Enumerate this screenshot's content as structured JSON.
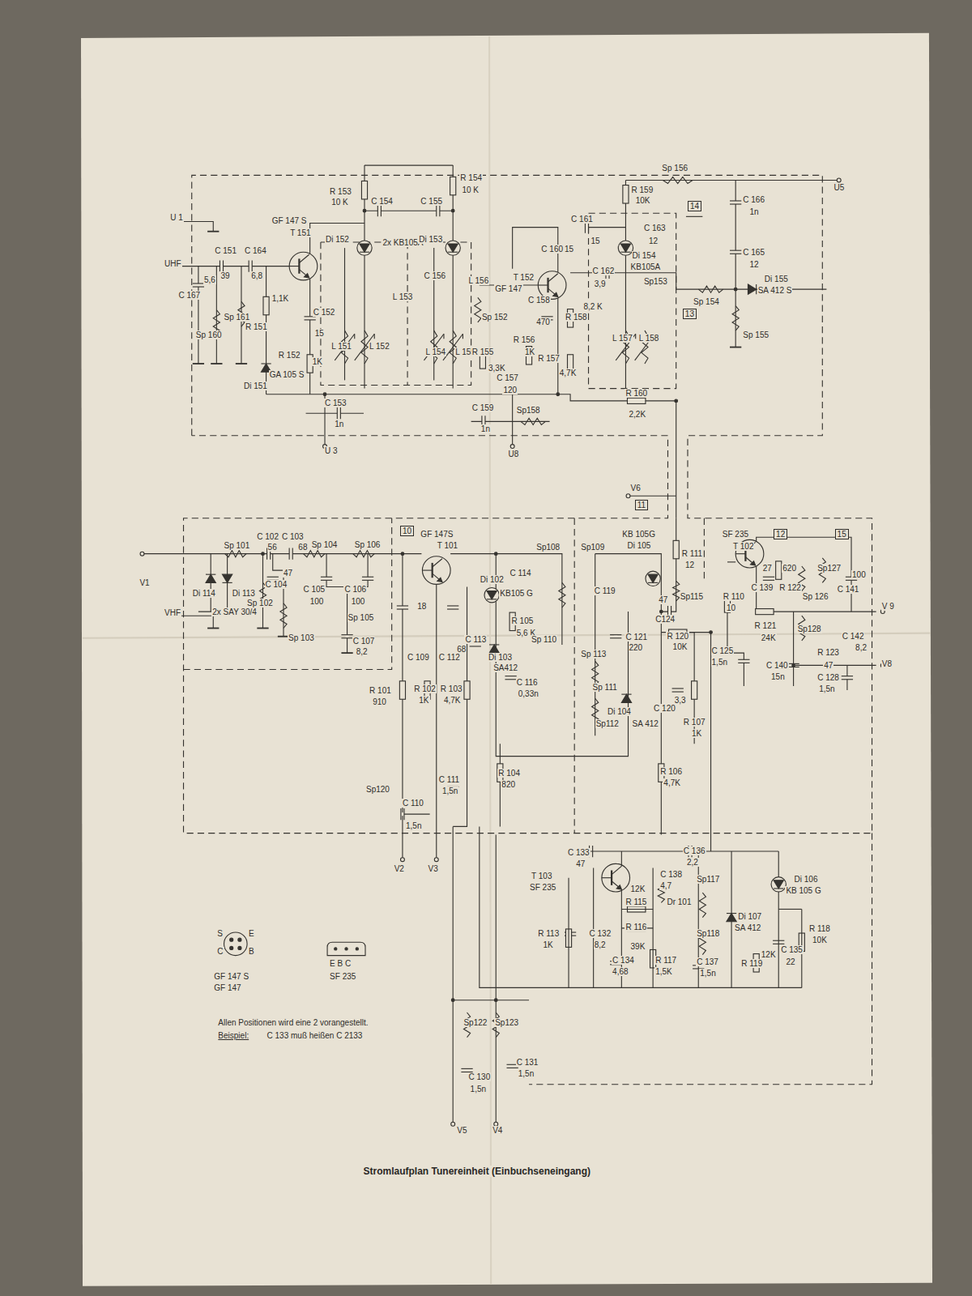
{
  "diagram": {
    "caption": "Stromlaufplan Tunereinheit (Einbuchseneingang)",
    "labels": [
      "U 1",
      "UHF",
      "GF 147 S",
      "T 151",
      "C 151",
      "39",
      "C 164",
      "6,8",
      "C 167",
      "5,6",
      "Sp 160",
      "Sp 161",
      "R 151",
      "1,1K",
      "C 152",
      "15",
      "R 152",
      "1K",
      "Di 151",
      "GA 105 S",
      "R 153",
      "10 K",
      "C 154",
      "C 155",
      "R 154",
      "10 K",
      "Di 152",
      "2x KB105A",
      "Di 153",
      "C 156",
      "L 151",
      "L 152",
      "L 153",
      "L 154",
      "L 155",
      "L 156",
      "Sp 152",
      "R 155",
      "3,3K",
      "R 156",
      "1K",
      "C 157",
      "120",
      "R 157",
      "4,7K",
      "C 158",
      "470",
      "R 158",
      "8,2 K",
      "T 152",
      "GF 147",
      "C 160",
      "15",
      "C 161",
      "15",
      "C 162",
      "3,9",
      "Sp153",
      "R 159",
      "10K",
      "C 163",
      "12",
      "Di 154",
      "KB105A",
      "L 157",
      "L 158",
      "14",
      "13",
      "Sp 156",
      "U5",
      "C 166",
      "1n",
      "C 165",
      "12",
      "Di 155",
      "SA 412 S",
      "Sp 154",
      "Sp 155",
      "C 153",
      "1n",
      "U 3",
      "C 159",
      "1n",
      "Sp158",
      "R 160",
      "2,2K",
      "U8",
      "V6",
      "11",
      "V1",
      "VHF",
      "Di 114",
      "Di 113",
      "2x SAY 30/4",
      "Sp 101",
      "C 102",
      "56",
      "C 103",
      "68",
      "Sp 104",
      "Sp 106",
      "C 104",
      "47",
      "Sp 102",
      "Sp 103",
      "C 105",
      "100",
      "C 106",
      "100",
      "Sp 105",
      "C 107",
      "8,2",
      "10",
      "GF 147S",
      "T 101",
      "18",
      "C 109",
      "C 112",
      "68",
      "C 113",
      "Di 102",
      "KB105 G",
      "Di 103",
      "SA412",
      "C 114",
      "R 105",
      "5,6 K",
      "Sp108",
      "Sp109",
      "Sp 110",
      "C 116",
      "0,33n",
      "Sp 111",
      "Sp112",
      "Sp 113",
      "KB 105G",
      "Di 105",
      "C 119",
      "47",
      "C124",
      "C 121",
      "220",
      "Di 104",
      "SA 412",
      "C 120",
      "3,3",
      "R 120",
      "10K",
      "R 107",
      "1K",
      "R 111",
      "12",
      "Sp115",
      "SF 235",
      "T 102",
      "12",
      "15",
      "R 110",
      "10",
      "C 139",
      "27",
      "R 122",
      "620",
      "R 121",
      "24K",
      "Sp 126",
      "Sp127",
      "Sp128",
      "C 141",
      "100",
      "C 142",
      "8,2",
      "V 9",
      "C 125",
      "1,5n",
      "C 140",
      "15n",
      "R 123",
      "47",
      "C 128",
      "1,5n",
      "V8",
      "R 101",
      "910",
      "R 102",
      "1K",
      "R 103",
      "4,7K",
      "R 104",
      "820",
      "R 106",
      "4,7K",
      "Sp120",
      "C 111",
      "1,5n",
      "C 110",
      "1,5n",
      "V2",
      "V3",
      "C 133",
      "47",
      "T 103",
      "SF 235",
      "C 136",
      "2,2",
      "C 138",
      "4,7",
      "12K",
      "R 115",
      "Dr 101",
      "Sp117",
      "Sp118",
      "Di 106",
      "KB 105 G",
      "Di 107",
      "SA 412",
      "R 113",
      "1K",
      "C 132",
      "8,2",
      "R 116",
      "39K",
      "C 134",
      "4,68",
      "R 117",
      "1,5K",
      "C 137",
      "1,5n",
      "R 119",
      "12K",
      "C 135",
      "22",
      "R 118",
      "10K",
      "Sp122",
      "Sp123",
      "C 130",
      "1,5n",
      "C 131",
      "1,5n",
      "V5",
      "V4",
      "S",
      "E",
      "C",
      "B",
      "GF 147 S",
      "GF 147",
      "E B C",
      "SF 235",
      "Allen Positionen wird eine 2 vorangestellt.",
      "Beispiel:",
      "C 133 muß heißen C 2133"
    ]
  }
}
